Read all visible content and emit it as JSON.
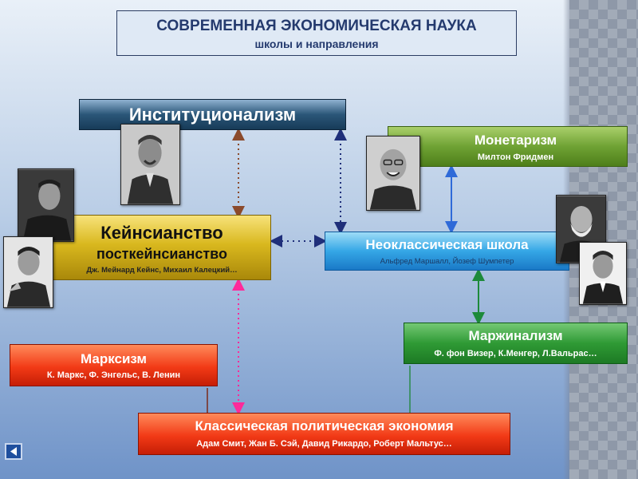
{
  "title": {
    "main": "СОВРЕМЕННАЯ ЭКОНОМИЧЕСКАЯ НАУКА",
    "sub": "школы и направления"
  },
  "schools": {
    "institutionalism": {
      "name": "Институционализм"
    },
    "keynesianism": {
      "name": "Кейнсианство",
      "subname": "посткейнсианство",
      "people": "Дж. Мейнард Кейнс, Михаил Калецкий…"
    },
    "monetarism": {
      "name": "Монетаризм",
      "people": "Милтон Фридмен"
    },
    "neoclassical": {
      "name": "Неоклассическая школа",
      "people": "Альфред Маршалл, Йозеф Шумпетер"
    },
    "marginalism": {
      "name": "Маржинализм",
      "people": "Ф. фон Визер, К.Менгер, Л.Вальрас…"
    },
    "marxism": {
      "name": "Марксизм",
      "people": "К. Маркс, Ф. Энгельс, В. Ленин"
    },
    "classical": {
      "name": "Классическая политическая экономия",
      "people": "Адам Смит, Жан Б. Сэй, Давид Рикардо, Роберт Мальтус…"
    }
  },
  "links": [
    {
      "from": "keynesianism",
      "to": "institutionalism",
      "style": "dotted",
      "color": "#8b4a2b",
      "heads": "both"
    },
    {
      "from": "neoclassical",
      "to": "institutionalism",
      "style": "dotted",
      "color": "#1f2f7a",
      "heads": "both"
    },
    {
      "from": "keynesianism",
      "to": "neoclassical",
      "style": "dotted",
      "color": "#1f2f7a",
      "heads": "both"
    },
    {
      "from": "neoclassical",
      "to": "monetarism",
      "style": "solid",
      "color": "#2f6ad8",
      "heads": "both"
    },
    {
      "from": "marginalism",
      "to": "neoclassical",
      "style": "solid",
      "color": "#1d8a3a",
      "heads": "both"
    },
    {
      "from": "keynesianism",
      "to": "classical",
      "style": "dotted",
      "color": "#ff2a9a",
      "heads": "both"
    },
    {
      "from": "marxism",
      "to": "classical",
      "style": "solid",
      "color": "#7a2a1a",
      "heads": "none"
    },
    {
      "from": "marginalism",
      "to": "classical",
      "style": "solid",
      "color": "#2a8a4a",
      "heads": "none"
    }
  ],
  "colors": {
    "institutionalism": "#1f4a6e",
    "keynesianism": "#d9b81e",
    "monetarism": "#6fa234",
    "neoclassical": "#35a7e6",
    "marginalism": "#2f9a35",
    "marxism": "#f23a16",
    "classical": "#f23a16"
  },
  "icons": {
    "back": "back-arrow-icon"
  }
}
